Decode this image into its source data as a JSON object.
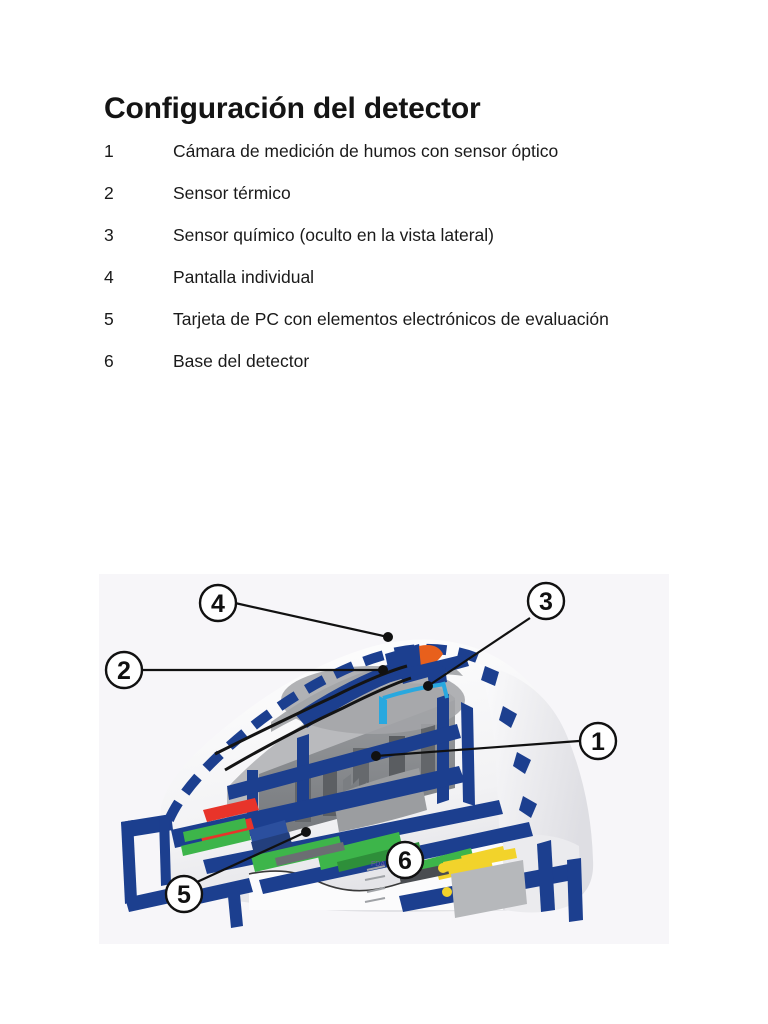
{
  "document": {
    "title": "Configuración del detector"
  },
  "legend": {
    "items": [
      {
        "num": "1",
        "label": "Cámara de medición de humos con sensor óptico"
      },
      {
        "num": "2",
        "label": "Sensor térmico"
      },
      {
        "num": "3",
        "label": "Sensor químico (oculto en la vista lateral)"
      },
      {
        "num": "4",
        "label": "Pantalla individual"
      },
      {
        "num": "5",
        "label": "Tarjeta de PC con elementos electrónicos de evaluación"
      },
      {
        "num": "6",
        "label": "Base del detector"
      }
    ]
  },
  "figure": {
    "alt_name": "detector-cutaway-illustration",
    "background": "#f7f6f9",
    "callouts": [
      {
        "id": "1",
        "label": "1"
      },
      {
        "id": "2",
        "label": "2"
      },
      {
        "id": "3",
        "label": "3"
      },
      {
        "id": "4",
        "label": "4"
      },
      {
        "id": "5",
        "label": "5"
      },
      {
        "id": "6",
        "label": "6"
      }
    ],
    "colors": {
      "frame_blue": "#1c3f8f",
      "body_white": "#fdfdfd",
      "chamber_gray": "#8e9093",
      "dark_gray": "#5a5d61",
      "accent_red": "#e8342a",
      "accent_green": "#3db54a",
      "accent_cyan": "#29a8df",
      "accent_yellow": "#f2d32b",
      "accent_orange": "#e8601c",
      "leader_black": "#111111"
    }
  }
}
